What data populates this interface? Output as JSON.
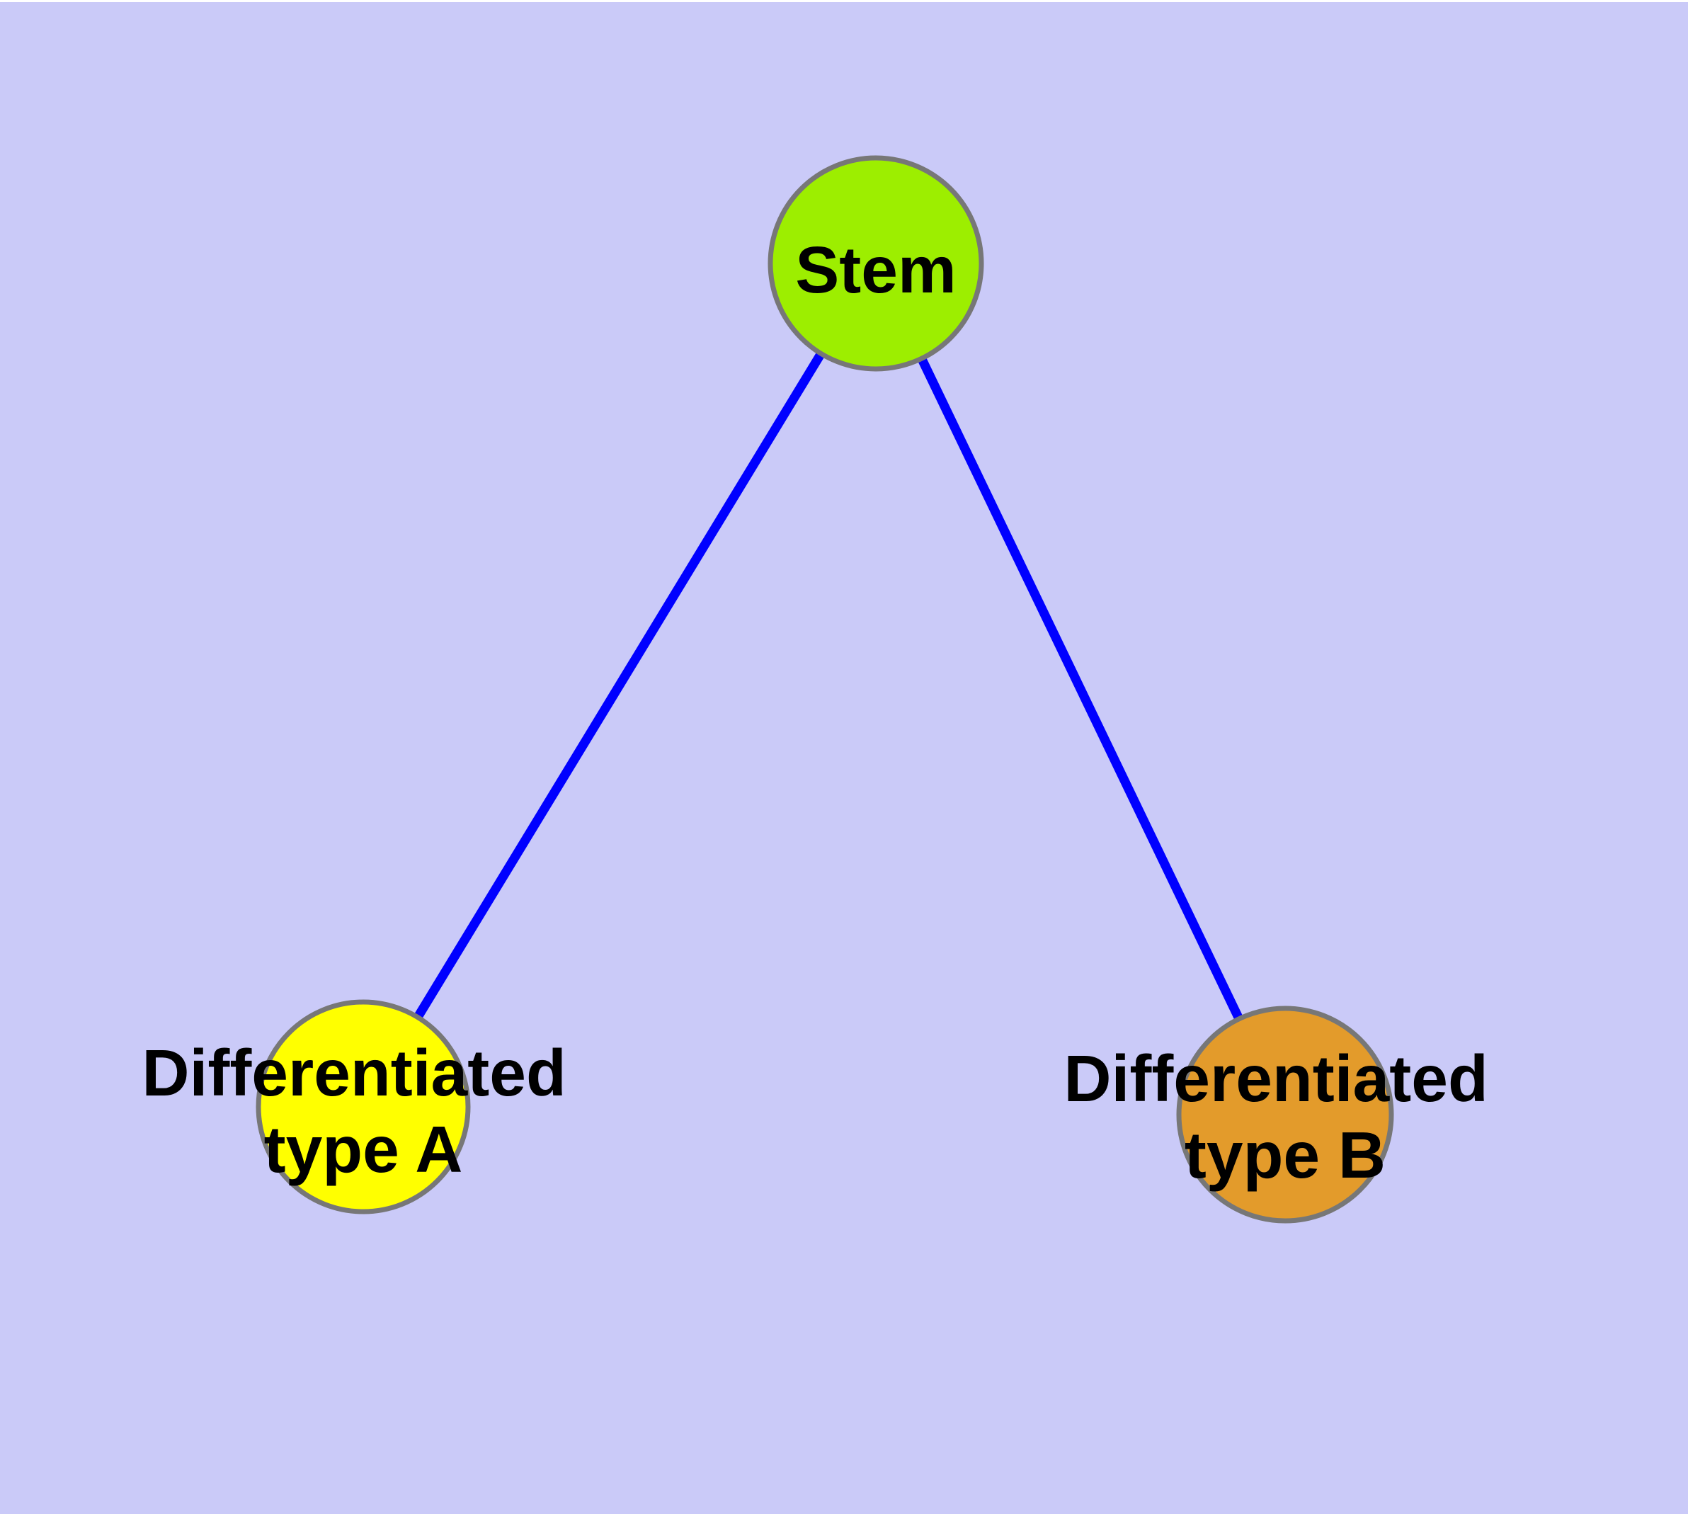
{
  "diagram": {
    "background_color": "#cacaf8",
    "top_strip_color": "#ffffff",
    "edge_color": "#0000ff",
    "node_border_color": "#777777",
    "text_color": "#000000",
    "nodes": {
      "stem": {
        "label": "Stem",
        "fill": "#9dee00"
      },
      "type_a": {
        "label_line1": "Differentiated",
        "label_line2": "type A",
        "fill": "#ffff00"
      },
      "type_b": {
        "label_line1": "Differentiated",
        "label_line2": "type B",
        "fill": "#e39b2b"
      }
    },
    "edges": [
      {
        "from": "Stem",
        "to": "Differentiated type A"
      },
      {
        "from": "Stem",
        "to": "Differentiated type B"
      }
    ]
  }
}
